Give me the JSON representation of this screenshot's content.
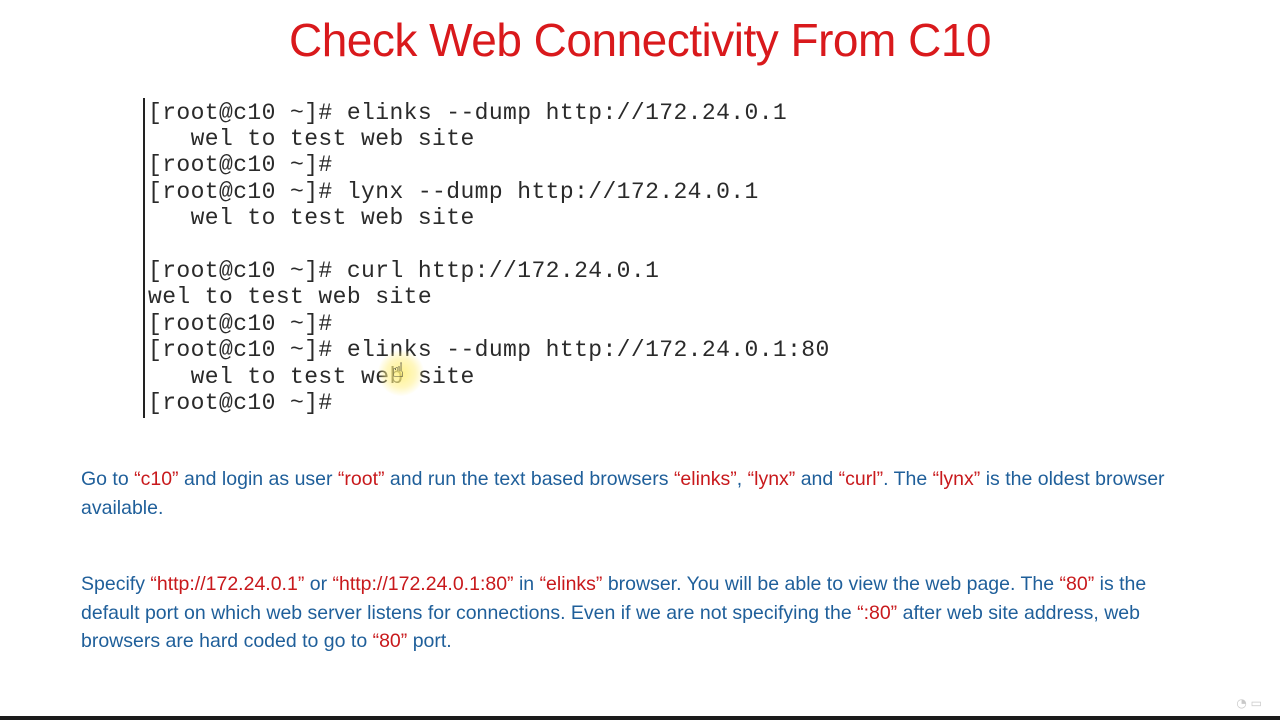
{
  "title": "Check Web Connectivity From C10",
  "terminal": {
    "lines": [
      "[root@c10 ~]# elinks --dump http://172.24.0.1",
      "   wel to test web site",
      "[root@c10 ~]#",
      "[root@c10 ~]# lynx --dump http://172.24.0.1",
      "   wel to test web site",
      "",
      "[root@c10 ~]# curl http://172.24.0.1",
      "wel to test web site",
      "[root@c10 ~]#",
      "[root@c10 ~]# elinks --dump http://172.24.0.1:80",
      "   wel to test web site",
      "[root@c10 ~]#"
    ]
  },
  "para1": {
    "t1": "Go to ",
    "q1": "“c10”",
    "t2": " and login as user ",
    "q2": "“root”",
    "t3": " and run the text based browsers ",
    "q3": "“elinks”",
    "t4": ", ",
    "q4": "“lynx”",
    "t5": " and ",
    "q5": "“curl”",
    "t6": ". The ",
    "q6": "“lynx”",
    "t7": " is the oldest browser available."
  },
  "para2": {
    "t1": "Specify ",
    "q1": "“http://172.24.0.1”",
    "t2": " or ",
    "q2": "“http://172.24.0.1:80”",
    "t3": " in ",
    "q3": "“elinks”",
    "t4": " browser. You will be able to view the web page. The ",
    "q4": "“80”",
    "t5": " is the default port on which web server listens for connections. Even if we are not specifying the ",
    "q5": "“:80”",
    "t6": " after web site address, web browsers are hard coded to go to ",
    "q6": "“80”",
    "t7": " port."
  },
  "icons": {
    "cursor": "hand-pointer-icon",
    "watermark": "udemy-logo"
  },
  "colors": {
    "title": "#d9191c",
    "body_text": "#1f5f9a",
    "quoted_text": "#c8191c",
    "terminal_text": "#2a2a2a"
  }
}
